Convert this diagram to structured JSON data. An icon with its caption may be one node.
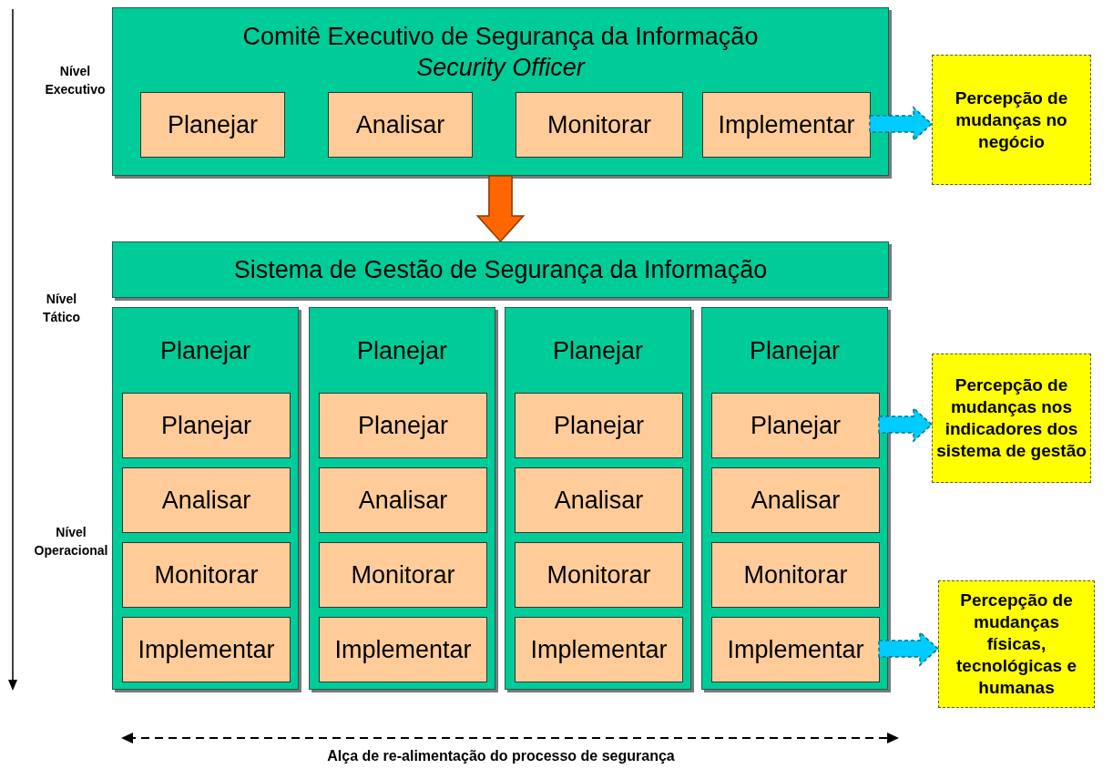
{
  "diagram": {
    "nodes": [
      {
        "text": [
          "Comitê Executivo de Segurança da Informação",
          "Security Officer"
        ]
      },
      {
        "text": [
          "Planejar"
        ],
        "in": 0
      },
      {
        "text": [
          "Analisar"
        ],
        "in": 0
      },
      {
        "text": [
          "Monitorar"
        ],
        "in": 0
      },
      {
        "text": [
          "Implementar"
        ],
        "in": 0
      },
      {
        "text": [
          "Percepção de mudanças no negócio"
        ]
      },
      {
        "text": [
          "Sistema de Gestão de Segurança da Informação"
        ]
      },
      {
        "text": [
          "Planejar"
        ]
      },
      {
        "text": [
          "Planejar"
        ],
        "in": 7
      },
      {
        "text": [
          "Analisar"
        ],
        "in": 7
      },
      {
        "text": [
          "Monitorar"
        ],
        "in": 7
      },
      {
        "text": [
          "Implementar"
        ],
        "in": 7
      },
      {
        "text": [
          "Planejar"
        ]
      },
      {
        "text": [
          "Planejar"
        ],
        "in": 12
      },
      {
        "text": [
          "Analisar"
        ],
        "in": 12
      },
      {
        "text": [
          "Monitorar"
        ],
        "in": 12
      },
      {
        "text": [
          "Implementar"
        ],
        "in": 12
      },
      {
        "text": [
          "Planejar"
        ]
      },
      {
        "text": [
          "Planejar"
        ],
        "in": 17
      },
      {
        "text": [
          "Analisar"
        ],
        "in": 17
      },
      {
        "text": [
          "Monitorar"
        ],
        "in": 17
      },
      {
        "text": [
          "Implementar"
        ],
        "in": 17
      },
      {
        "text": [
          "Planejar"
        ]
      },
      {
        "text": [
          "Planejar"
        ],
        "in": 22
      },
      {
        "text": [
          "Analisar"
        ],
        "in": 22
      },
      {
        "text": [
          "Monitorar"
        ],
        "in": 22
      },
      {
        "text": [
          "Implementar"
        ],
        "in": 22
      },
      {
        "text": [
          "Percepção de mudanças nos indicadores dos sistema de gestão"
        ]
      },
      {
        "text": [
          "Percepção de mudanças físicas, tecnológicas e humanas"
        ]
      }
    ],
    "edges": [
      {
        "from": 4,
        "to": 5,
        "arrow": "to",
        "style": "dashed"
      },
      {
        "from": 0,
        "to": 6,
        "arrow": "to",
        "color": "#ff6600"
      },
      {
        "from": 23,
        "to": 27,
        "arrow": "to",
        "style": "dashed"
      },
      {
        "from": 26,
        "to": 28,
        "arrow": "to",
        "style": "dashed"
      }
    ],
    "labels": [
      "Nível Executivo",
      "Nível Tático",
      "Nível Operacional",
      "Alça de re-alimentação do processo de segurança"
    ]
  }
}
